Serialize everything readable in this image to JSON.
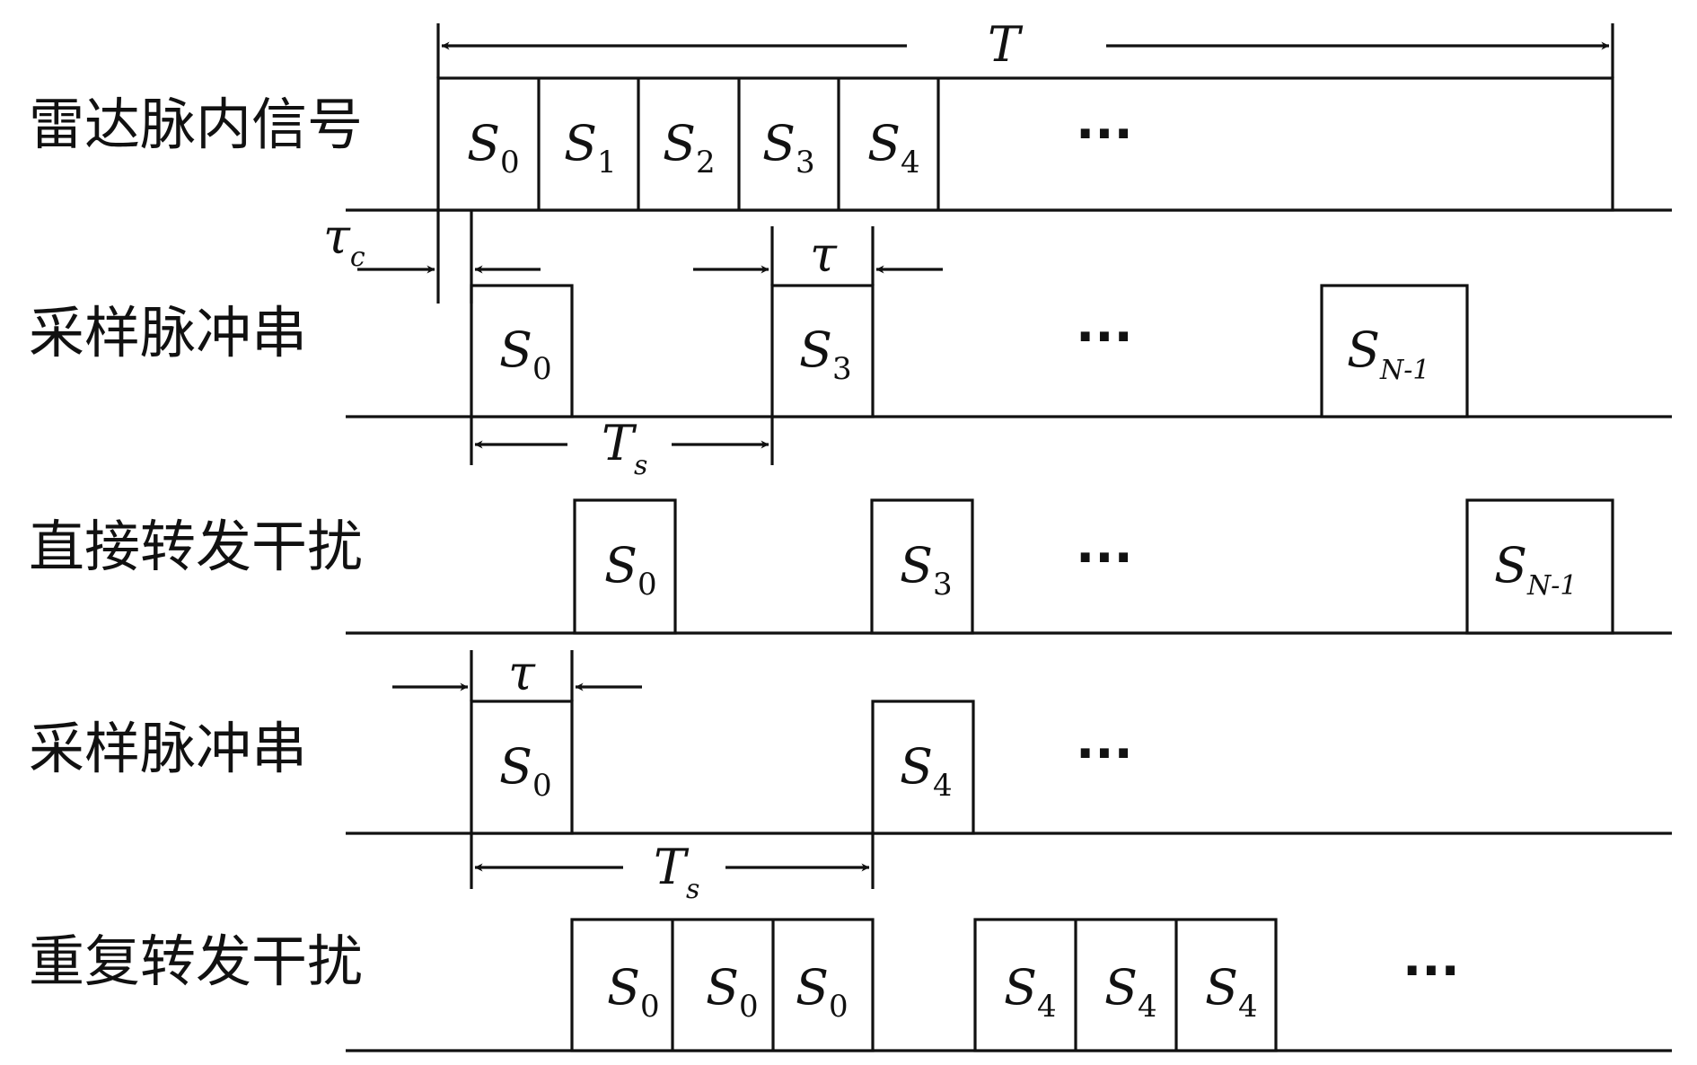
{
  "rows": [
    {
      "label": "雷达脉内信号",
      "segments": [
        "0",
        "1",
        "2",
        "3",
        "4"
      ],
      "dots": "···"
    },
    {
      "label": "采样脉冲串",
      "pulses": [
        "0",
        "3",
        "N-1"
      ],
      "dots": "···"
    },
    {
      "label": "直接转发干扰",
      "pulses": [
        "0",
        "3",
        "N-1"
      ],
      "dots": "···"
    },
    {
      "label": "采样脉冲串",
      "pulses": [
        "0",
        "4"
      ],
      "dots": "···"
    },
    {
      "label": "重复转发干扰",
      "pulses": [
        "0",
        "0",
        "0",
        "4",
        "4",
        "4"
      ],
      "dots": "···"
    }
  ],
  "symbols": {
    "S": "S",
    "T": "T",
    "Ts_main": "T",
    "Ts_sub": "s",
    "tau": "τ",
    "tau_c_main": "τ",
    "tau_c_sub": "c"
  }
}
